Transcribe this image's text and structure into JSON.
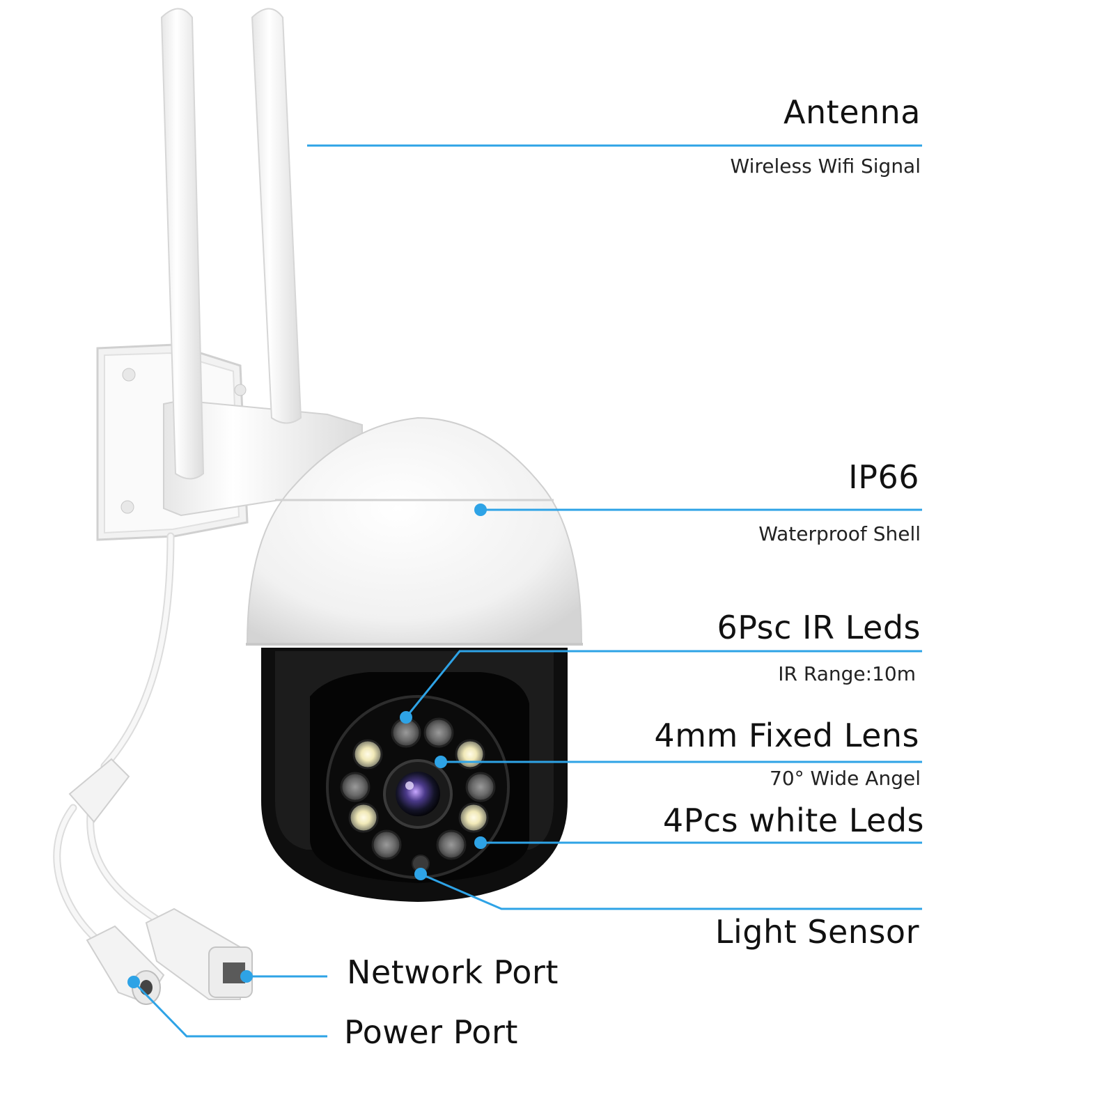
{
  "colors": {
    "accent": "#2ea3e6",
    "shell": "#f3f3f3",
    "body": "#111111"
  },
  "callouts": {
    "antenna": {
      "title": "Antenna",
      "subtitle": "Wireless Wifi Signal"
    },
    "shell": {
      "title": "IP66",
      "subtitle": "Waterproof Shell"
    },
    "ir": {
      "title": "6Psc IR Leds",
      "subtitle": "IR Range:10m"
    },
    "lens": {
      "title": "4mm Fixed Lens",
      "subtitle": "70° Wide Angel"
    },
    "white_leds": {
      "title": "4Pcs white Leds"
    },
    "sensor": {
      "title": "Light Sensor"
    },
    "network": {
      "title": "Network Port"
    },
    "power": {
      "title": "Power Port"
    }
  },
  "icons": [
    "wifi-antenna",
    "camera-dome",
    "ir-led",
    "white-led",
    "camera-lens",
    "light-sensor",
    "rj45-connector",
    "dc-power-connector"
  ]
}
